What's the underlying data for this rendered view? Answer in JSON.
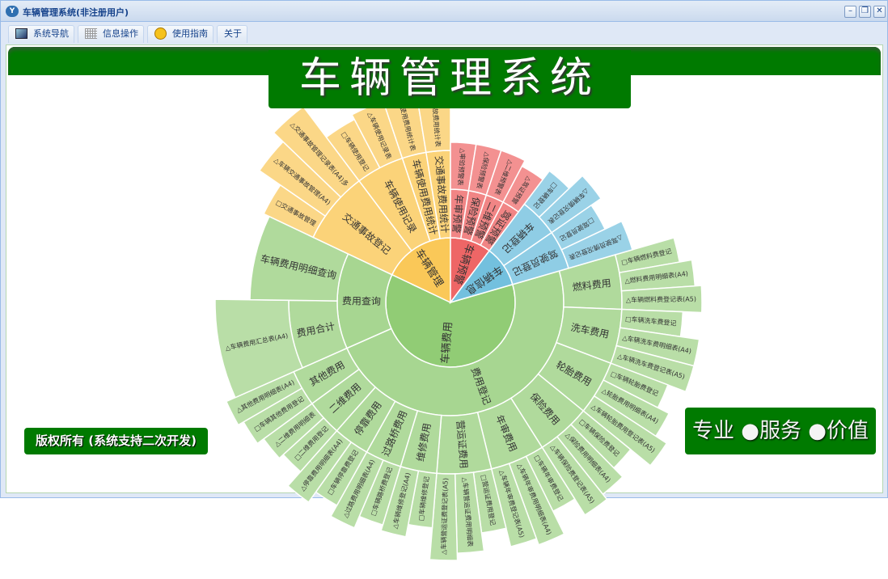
{
  "window": {
    "title": "车辆管理系统(非注册用户)",
    "minimize": "–",
    "restore": "❐",
    "close": "✕"
  },
  "tabs": [
    {
      "label": "系统导航",
      "icon": "monitor-icon"
    },
    {
      "label": "信息操作",
      "icon": "grid-icon"
    },
    {
      "label": "使用指南",
      "icon": "help-icon"
    },
    {
      "label": "关于"
    }
  ],
  "header": {
    "title": "车辆管理系统"
  },
  "footer": {
    "copyright": "版权所有 (系统支持二次开发)",
    "slogan": "专业 ●服务 ●价值"
  },
  "chart_data": {
    "type": "sunburst",
    "colors": [
      "#91cc75",
      "#fac858",
      "#ee6666",
      "#73c0de"
    ],
    "data": [
      {
        "name": "车辆费用",
        "children": [
          {
            "name": "费用登记",
            "children": [
              {
                "name": "燃料费用",
                "children": [
                  {
                    "name": "□车辆燃料费登记",
                    "value": 1
                  },
                  {
                    "name": "△燃料费用明细表(A4)",
                    "value": 1
                  },
                  {
                    "name": "△车辆燃料费登记表(A5)",
                    "value": 1
                  }
                ]
              },
              {
                "name": "洗车费用",
                "children": [
                  {
                    "name": "□车辆洗车费登记",
                    "value": 1
                  },
                  {
                    "name": "△车辆洗车费明细表(A4)",
                    "value": 1
                  },
                  {
                    "name": "△车辆洗车费登记表(A5)",
                    "value": 1
                  }
                ]
              },
              {
                "name": "轮胎费用",
                "children": [
                  {
                    "name": "□车辆轮胎费登记",
                    "value": 1
                  },
                  {
                    "name": "△轮胎费用明细表(A4)",
                    "value": 1
                  },
                  {
                    "name": "△车辆轮胎费用登记表(A5)",
                    "value": 1
                  }
                ]
              },
              {
                "name": "保险费用",
                "children": [
                  {
                    "name": "□车辆保险费登记",
                    "value": 1
                  },
                  {
                    "name": "△保险费用明细表(A4)",
                    "value": 1
                  },
                  {
                    "name": "△车辆保险费登记表(A5)",
                    "value": 1
                  }
                ]
              },
              {
                "name": "年审费用",
                "children": [
                  {
                    "name": "□车辆年审费登记",
                    "value": 1
                  },
                  {
                    "name": "△车辆年审费用明细表(A4)",
                    "value": 1
                  },
                  {
                    "name": "△车辆年审费登记表(A5)",
                    "value": 1
                  }
                ]
              },
              {
                "name": "营运证费用",
                "children": [
                  {
                    "name": "□营运证费用登记",
                    "value": 1
                  },
                  {
                    "name": "△车辆营运证费用明细表",
                    "value": 1
                  },
                  {
                    "name": "△车辆营运证费登记表(A5)",
                    "value": 1
                  }
                ]
              },
              {
                "name": "维修费用",
                "children": [
                  {
                    "name": "□车辆维修登记",
                    "value": 1
                  },
                  {
                    "name": "△车辆维修登记(A4)",
                    "value": 1
                  }
                ]
              },
              {
                "name": "过路桥费用",
                "children": [
                  {
                    "name": "□车辆路桥费登记",
                    "value": 1
                  },
                  {
                    "name": "△过路费用明细表(A4)",
                    "value": 1
                  }
                ]
              },
              {
                "name": "停靠费用",
                "children": [
                  {
                    "name": "□车辆停靠费登记",
                    "value": 1
                  },
                  {
                    "name": "△停靠费用明细表(A4)",
                    "value": 1
                  }
                ]
              },
              {
                "name": "二维费用",
                "children": [
                  {
                    "name": "□二维费用登记",
                    "value": 1
                  },
                  {
                    "name": "△二维费用明细表",
                    "value": 1
                  }
                ]
              },
              {
                "name": "其他费用",
                "children": [
                  {
                    "name": "□车辆其他费用登记",
                    "value": 1
                  },
                  {
                    "name": "△其他费用明细表(A4)",
                    "value": 1
                  }
                ]
              }
            ]
          },
          {
            "name": "费用查询",
            "children": [
              {
                "name": "费用合计",
                "children": [
                  {
                    "name": "△车辆费用汇总表(A4)",
                    "value": 4
                  }
                ]
              },
              {
                "name": "车辆费用明细查询",
                "value": 4
              }
            ]
          }
        ]
      },
      {
        "name": "车辆管理",
        "children": [
          {
            "name": "交通事故登记",
            "children": [
              {
                "name": "□交通事故管理",
                "value": 1.5
              },
              {
                "name": "△车辆交通事故管理(A4)",
                "value": 1.5
              },
              {
                "name": "△交通事故管理记录表(A4)多",
                "value": 1.5
              }
            ]
          },
          {
            "name": "车辆使用记录",
            "children": [
              {
                "name": "□车辆使用登记",
                "value": 1.5
              },
              {
                "name": "△车辆使用记录表",
                "value": 1.5
              }
            ]
          },
          {
            "name": "车辆使用费用统计",
            "children": [
              {
                "name": "△车辆使用费用统计表",
                "value": 1.5
              }
            ]
          },
          {
            "name": "交通事故费用统计",
            "children": [
              {
                "name": "△交通事故费用统计表",
                "value": 1.5
              }
            ]
          }
        ]
      },
      {
        "name": "车辆预警",
        "children": [
          {
            "name": "年审预警",
            "children": [
              {
                "name": "△审验预警表",
                "value": 1.5
              }
            ]
          },
          {
            "name": "保险预警",
            "children": [
              {
                "name": "△保险预警表",
                "value": 1.5
              }
            ]
          },
          {
            "name": "二维预警",
            "children": [
              {
                "name": "△二维预警表",
                "value": 1.5
              }
            ]
          },
          {
            "name": "驾证预警",
            "children": [
              {
                "name": "△驾证预警",
                "value": 1.5
              }
            ]
          }
        ]
      },
      {
        "name": "车辆信息",
        "children": [
          {
            "name": "车辆登记",
            "children": [
              {
                "name": "□车辆登记",
                "value": 1.5
              },
              {
                "name": "△车辆情况登记表",
                "value": 1.5
              }
            ]
          },
          {
            "name": "驾驶员登记",
            "children": [
              {
                "name": "□驾驶员登记",
                "value": 1.5
              },
              {
                "name": "△驾驶员情况登记表",
                "value": 1.5
              }
            ]
          }
        ]
      }
    ]
  }
}
